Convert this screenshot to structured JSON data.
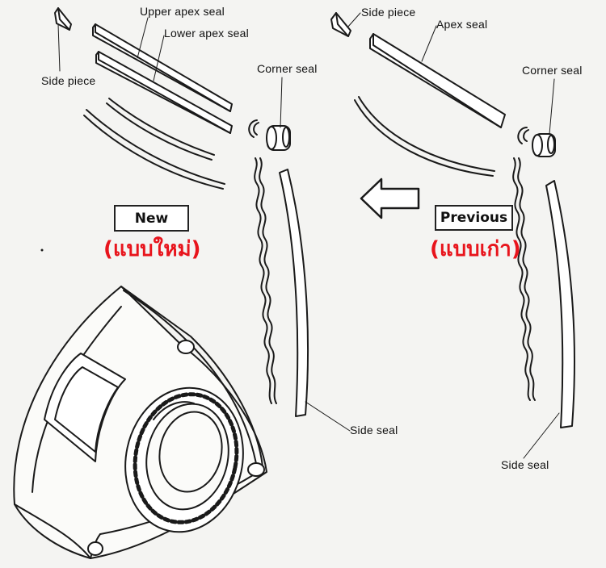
{
  "labels": {
    "left": {
      "upper_apex_seal": "Upper apex seal",
      "lower_apex_seal": "Lower apex seal",
      "side_piece": "Side piece",
      "corner_seal": "Corner seal",
      "side_seal": "Side seal"
    },
    "right": {
      "side_piece": "Side piece",
      "apex_seal": "Apex seal",
      "corner_seal": "Corner seal",
      "side_seal": "Side seal"
    }
  },
  "captions": {
    "new": {
      "english": "New",
      "thai": "(แบบใหม่)"
    },
    "previous": {
      "english": "Previous",
      "thai": "(แบบเก่า)"
    }
  },
  "colors": {
    "thai_caption": "#e8141c",
    "line": "#1a1a1a",
    "background": "#f4f4f2"
  },
  "icons": {
    "direction_arrow": "left-arrow-icon"
  }
}
